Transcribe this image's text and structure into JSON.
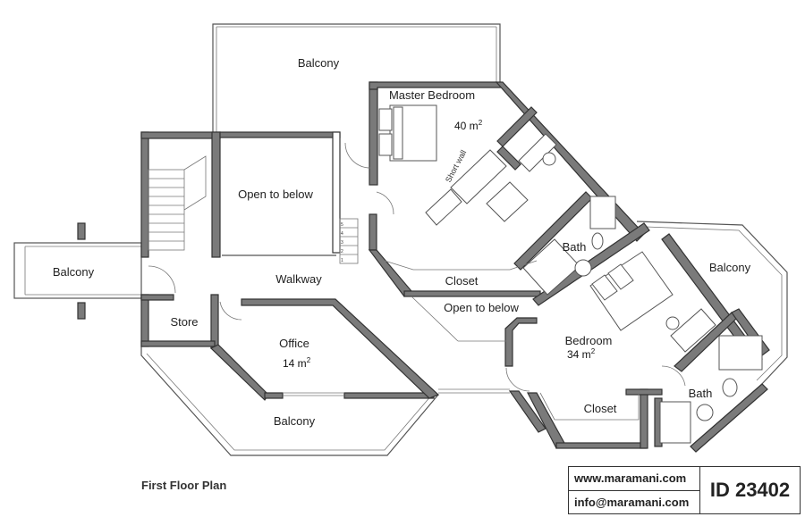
{
  "rooms": {
    "balcony_top": "Balcony",
    "master_bedroom": "Master Bedroom",
    "master_bedroom_area": "40 m",
    "open_to_below_1": "Open to below",
    "balcony_left": "Balcony",
    "walkway": "Walkway",
    "store": "Store",
    "office": "Office",
    "office_area": "14 m",
    "balcony_bottom": "Balcony",
    "closet_1": "Closet",
    "open_to_below_2": "Open to below",
    "bath_1": "Bath",
    "balcony_right": "Balcony",
    "bedroom": "Bedroom",
    "bedroom_area": "34 m",
    "closet_2": "Closet",
    "bath_2": "Bath",
    "area_exponent": "2",
    "short_wall": "Short wall"
  },
  "stair_steps": [
    "5",
    "4",
    "3",
    "2",
    "1"
  ],
  "footer": {
    "plan_title": "First Floor Plan",
    "website": "www.maramani.com",
    "email": "info@maramani.com",
    "plan_id": "ID 23402"
  }
}
